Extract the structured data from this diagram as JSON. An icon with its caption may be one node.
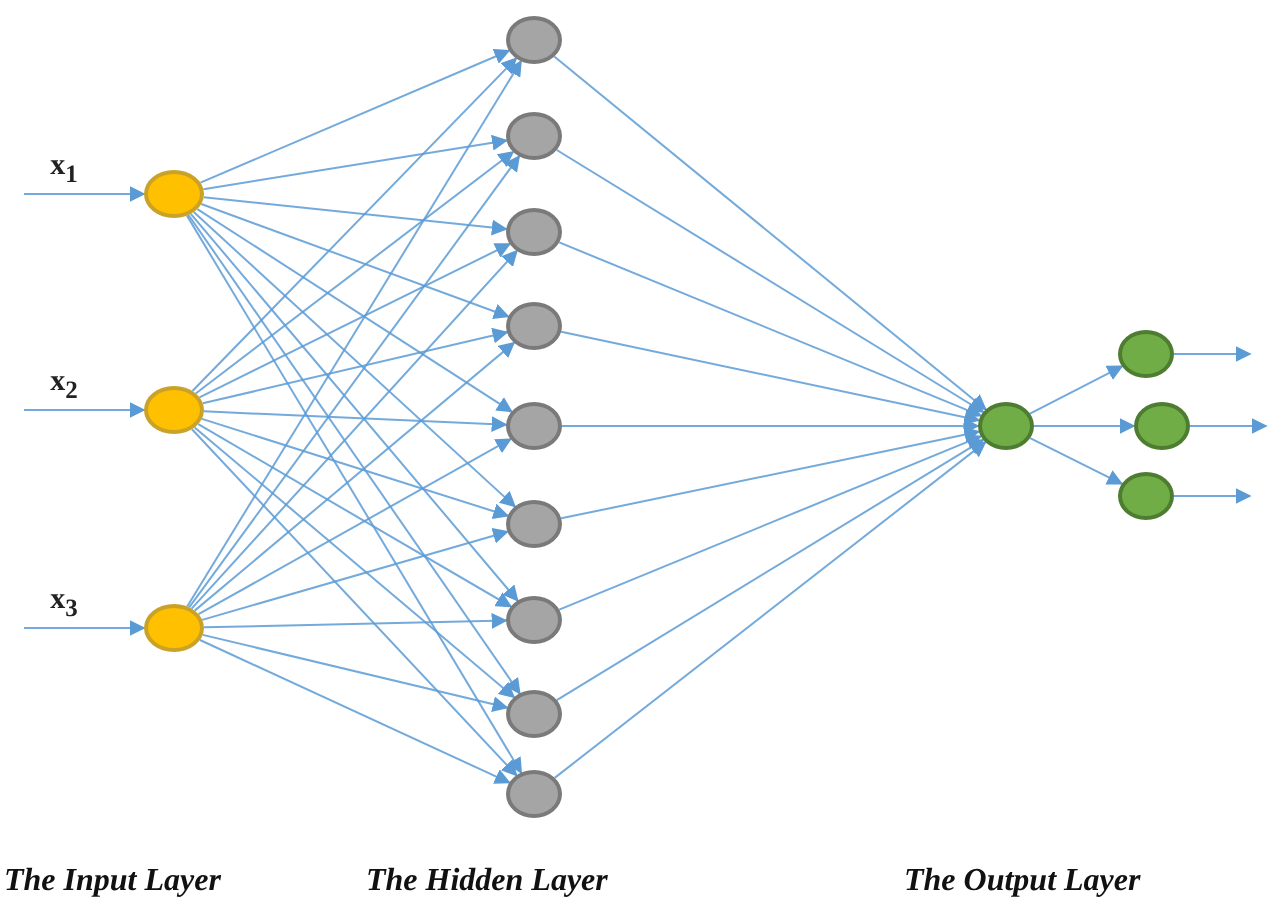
{
  "diagram": {
    "nodes": [
      {
        "text": [],
        "shape": "circle"
      },
      {
        "text": [],
        "shape": "circle"
      },
      {
        "text": [],
        "shape": "circle"
      },
      {
        "text": [],
        "shape": "circle"
      },
      {
        "text": [],
        "shape": "circle"
      },
      {
        "text": [],
        "shape": "circle"
      },
      {
        "text": [],
        "shape": "circle"
      },
      {
        "text": [],
        "shape": "circle"
      },
      {
        "text": [],
        "shape": "circle"
      },
      {
        "text": [],
        "shape": "circle"
      },
      {
        "text": [],
        "shape": "circle"
      },
      {
        "text": [],
        "shape": "circle"
      },
      {
        "text": [],
        "shape": "circle"
      },
      {
        "text": [],
        "shape": "circle"
      },
      {
        "text": [],
        "shape": "circle"
      },
      {
        "text": [],
        "shape": "circle"
      }
    ],
    "edges": [
      {
        "from": null,
        "to": 0,
        "arrow": "to",
        "label": "x$_{1}$"
      },
      {
        "from": null,
        "to": 1,
        "arrow": "to",
        "label": "x$_{2}$"
      },
      {
        "from": null,
        "to": 2,
        "arrow": "to",
        "label": "x$_{3}$"
      },
      {
        "from": 0,
        "to": 3,
        "arrow": "to"
      },
      {
        "from": 0,
        "to": 4,
        "arrow": "to"
      },
      {
        "from": 0,
        "to": 5,
        "arrow": "to"
      },
      {
        "from": 0,
        "to": 6,
        "arrow": "to"
      },
      {
        "from": 0,
        "to": 7,
        "arrow": "to"
      },
      {
        "from": 0,
        "to": 8,
        "arrow": "to"
      },
      {
        "from": 0,
        "to": 9,
        "arrow": "to"
      },
      {
        "from": 0,
        "to": 10,
        "arrow": "to"
      },
      {
        "from": 0,
        "to": 11,
        "arrow": "to"
      },
      {
        "from": 1,
        "to": 3,
        "arrow": "to"
      },
      {
        "from": 1,
        "to": 4,
        "arrow": "to"
      },
      {
        "from": 1,
        "to": 5,
        "arrow": "to"
      },
      {
        "from": 1,
        "to": 6,
        "arrow": "to"
      },
      {
        "from": 1,
        "to": 7,
        "arrow": "to"
      },
      {
        "from": 1,
        "to": 8,
        "arrow": "to"
      },
      {
        "from": 1,
        "to": 9,
        "arrow": "to"
      },
      {
        "from": 1,
        "to": 10,
        "arrow": "to"
      },
      {
        "from": 1,
        "to": 11,
        "arrow": "to"
      },
      {
        "from": 2,
        "to": 3,
        "arrow": "to"
      },
      {
        "from": 2,
        "to": 4,
        "arrow": "to"
      },
      {
        "from": 2,
        "to": 5,
        "arrow": "to"
      },
      {
        "from": 2,
        "to": 6,
        "arrow": "to"
      },
      {
        "from": 2,
        "to": 7,
        "arrow": "to"
      },
      {
        "from": 2,
        "to": 8,
        "arrow": "to"
      },
      {
        "from": 2,
        "to": 9,
        "arrow": "to"
      },
      {
        "from": 2,
        "to": 10,
        "arrow": "to"
      },
      {
        "from": 2,
        "to": 11,
        "arrow": "to"
      },
      {
        "from": 3,
        "to": 12,
        "arrow": "to"
      },
      {
        "from": 4,
        "to": 12,
        "arrow": "to"
      },
      {
        "from": 5,
        "to": 12,
        "arrow": "to"
      },
      {
        "from": 6,
        "to": 12,
        "arrow": "to"
      },
      {
        "from": 7,
        "to": 12,
        "arrow": "to"
      },
      {
        "from": 8,
        "to": 12,
        "arrow": "to"
      },
      {
        "from": 9,
        "to": 12,
        "arrow": "to"
      },
      {
        "from": 10,
        "to": 12,
        "arrow": "to"
      },
      {
        "from": 11,
        "to": 12,
        "arrow": "to"
      },
      {
        "from": 12,
        "to": 13,
        "arrow": "to"
      },
      {
        "from": 12,
        "to": 14,
        "arrow": "to"
      },
      {
        "from": 12,
        "to": 15,
        "arrow": "to"
      },
      {
        "from": 13,
        "to": null,
        "arrow": "to"
      },
      {
        "from": 14,
        "to": null,
        "arrow": "to"
      },
      {
        "from": 15,
        "to": null,
        "arrow": "to"
      }
    ],
    "labels": [
      "The Input Layer",
      "The Hidden Layer",
      "The Output Layer"
    ]
  }
}
